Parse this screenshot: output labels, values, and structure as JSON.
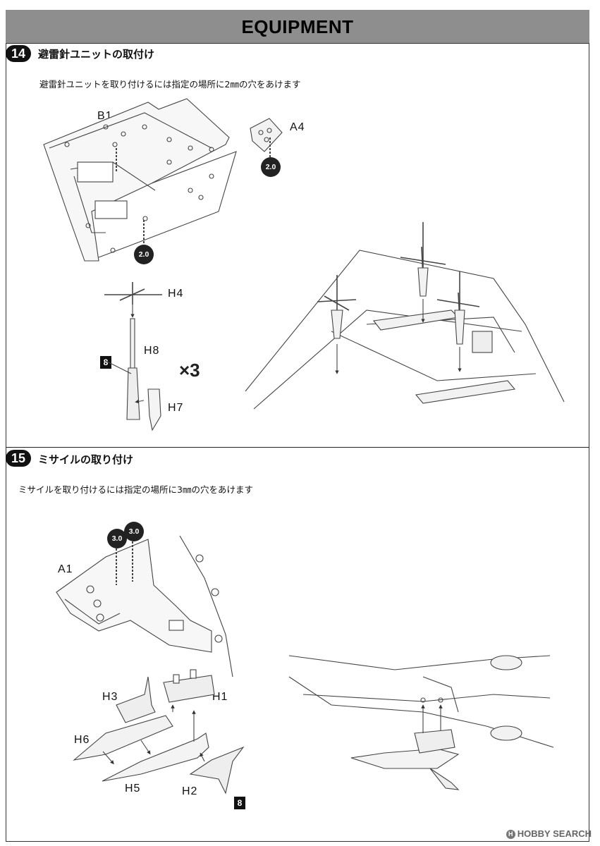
{
  "header": {
    "title": "EQUIPMENT"
  },
  "step14": {
    "number": "14",
    "title": "避雷針ユニットの取付け",
    "instruction": "避雷針ユニットを取り付けるには指定の場所に2㎜の穴をあけます",
    "parts": {
      "b1": "B1",
      "a4": "A4",
      "h4": "H4",
      "h8": "H8",
      "h7": "H7"
    },
    "drill_size": "2.0",
    "paint_code": "8",
    "multiplier": "×3"
  },
  "step15": {
    "number": "15",
    "title": "ミサイルの取り付け",
    "instruction": "ミサイルを取り付けるには指定の場所に3㎜の穴をあけます",
    "parts": {
      "a1": "A1",
      "h3": "H3",
      "h1": "H1",
      "h6": "H6",
      "h5": "H5",
      "h2": "H2"
    },
    "drill_size": "3.0",
    "paint_code": "8"
  },
  "watermark": {
    "text": "HOBBY SEARCH",
    "icon": "hobby-search-logo-icon"
  }
}
